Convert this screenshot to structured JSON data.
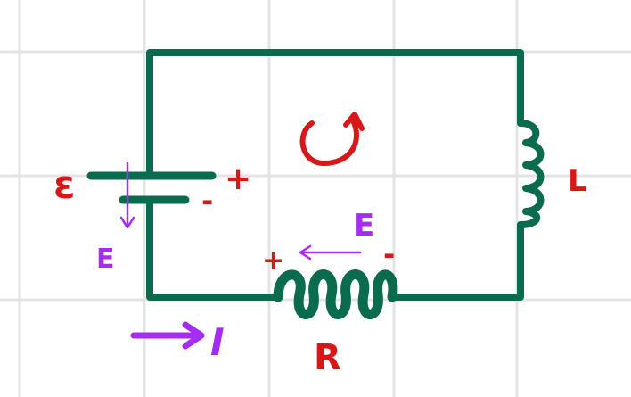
{
  "colors": {
    "grid": "#e3e3e3",
    "wire": "#0b6b4f",
    "red": "#d81818",
    "purple": "#a52cf2"
  },
  "labels": {
    "emf": "ε",
    "battery_plus": "+",
    "battery_minus": "-",
    "battery_field": "E",
    "inductor": "L",
    "resistor": "R",
    "resistor_plus": "+",
    "resistor_minus": "-",
    "resistor_field": "E",
    "current": "I"
  },
  "icons": {
    "loop_direction": "clockwise-loop-arrow-icon"
  }
}
